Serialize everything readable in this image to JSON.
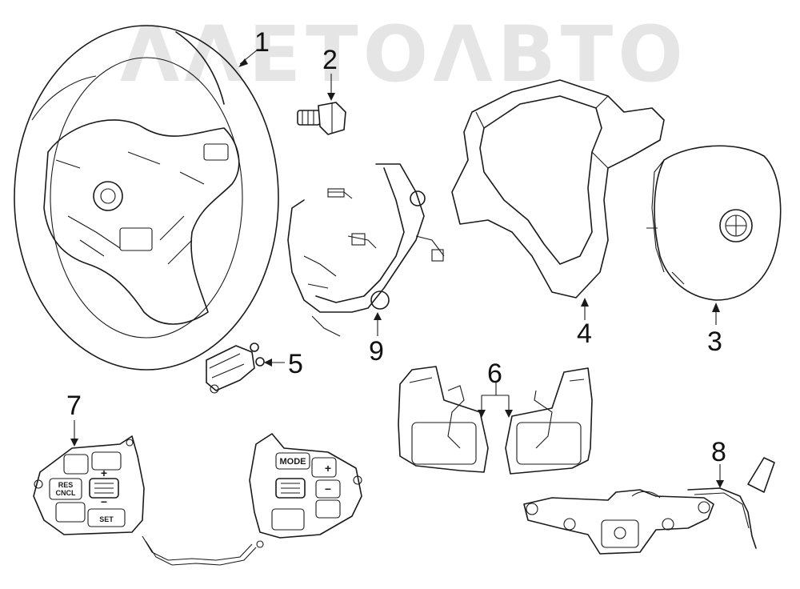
{
  "watermark": {
    "text": "ΛΛΕΤΟΛΒΤΟ"
  },
  "callouts": [
    {
      "id": "1",
      "label": "1"
    },
    {
      "id": "2",
      "label": "2"
    },
    {
      "id": "3",
      "label": "3"
    },
    {
      "id": "4",
      "label": "4"
    },
    {
      "id": "5",
      "label": "5"
    },
    {
      "id": "6",
      "label": "6"
    },
    {
      "id": "7",
      "label": "7"
    },
    {
      "id": "8",
      "label": "8"
    },
    {
      "id": "9",
      "label": "9"
    }
  ],
  "button_labels": {
    "mode": "MODE",
    "res_line1": "RES",
    "res_line2": "CNCL",
    "set": "SET",
    "plus": "+",
    "minus": "−"
  },
  "colors": {
    "line": "#1a1a1a",
    "background": "#ffffff",
    "watermark": "#a0a0a0"
  }
}
